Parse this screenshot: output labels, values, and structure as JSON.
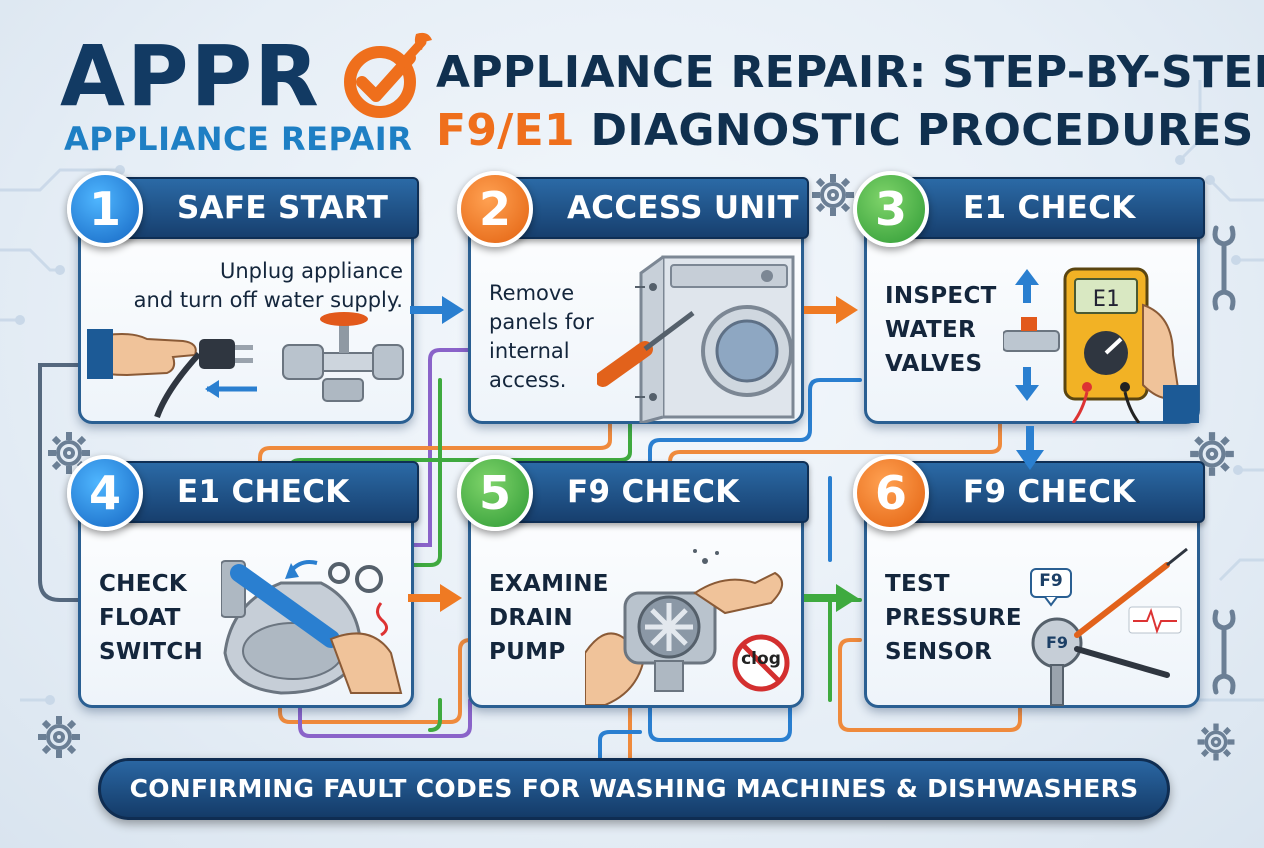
{
  "logo": {
    "wordmark": "APPR",
    "subtitle": "APPLIANCE REPAIR",
    "mark_icon": "checkmark-wrench-icon"
  },
  "title": {
    "line1": "APPLIANCE REPAIR: STEP-BY-STEP",
    "line2_accent": "F9/E1",
    "line2_rest": "DIAGNOSTIC PROCEDURES"
  },
  "steps": [
    {
      "number": "1",
      "heading": "SAFE START",
      "text": "Unplug appliance\nand turn off water supply.",
      "badge_color": "#1e78d8",
      "illustration": "hand-unplugging-plug-and-water-valve-icon"
    },
    {
      "number": "2",
      "heading": "ACCESS UNIT",
      "text": "Remove\npanels for\ninternal\naccess.",
      "badge_color": "#ef7a23",
      "illustration": "washing-machine-screwdriver-icon"
    },
    {
      "number": "3",
      "heading": "E1 CHECK",
      "text": "INSPECT\nWATER\nVALVES",
      "badge_color": "#3faa3f",
      "illustration": "multimeter-water-valve-icon",
      "meter_reading": "E1"
    },
    {
      "number": "4",
      "heading": "E1 CHECK",
      "text": "CHECK\nFLOAT\nSWITCH",
      "badge_color": "#1e78d8",
      "illustration": "float-switch-icon"
    },
    {
      "number": "5",
      "heading": "F9 CHECK",
      "text": "EXAMINE\nDRAIN\nPUMP",
      "badge_color": "#3faa3f",
      "illustration": "drain-pump-icon",
      "sign_text": "clog"
    },
    {
      "number": "6",
      "heading": "F9 CHECK",
      "text": "TEST\nPRESSURE\nSENSOR",
      "badge_color": "#ef7a23",
      "illustration": "pressure-sensor-probes-icon",
      "tag_text": "F9",
      "sensor_text": "F9"
    }
  ],
  "banner": {
    "text": "CONFIRMING FAULT CODES FOR WASHING MACHINES & DISHWASHERS"
  },
  "colors": {
    "navy": "#123a63",
    "blue": "#1e7fc4",
    "orange": "#ef6f1c",
    "green": "#3faa3f",
    "purple": "#8a63c9"
  }
}
